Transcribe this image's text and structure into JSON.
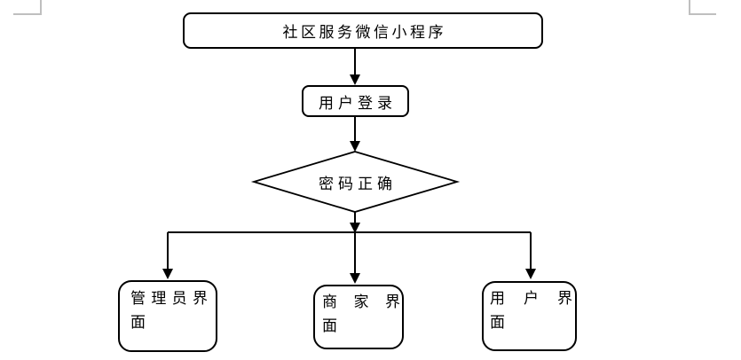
{
  "diagram": {
    "nodes": {
      "program": {
        "label": "社区服务微信小程序"
      },
      "login": {
        "label": "用户登录"
      },
      "decision": {
        "label": "密码正确"
      },
      "admin": {
        "label": "管理员界面",
        "line1": "管理员界",
        "line2": "面"
      },
      "merchant": {
        "label": "商家界面",
        "line1": "商家界",
        "line2": "面"
      },
      "user": {
        "label": "用户界面",
        "line1": "用户界",
        "line2": "面"
      }
    },
    "colors": {
      "stroke": "#000000",
      "shape_fill": "#ffffff",
      "text": "#000000",
      "boundary_mark": "#bfbfbf"
    }
  }
}
